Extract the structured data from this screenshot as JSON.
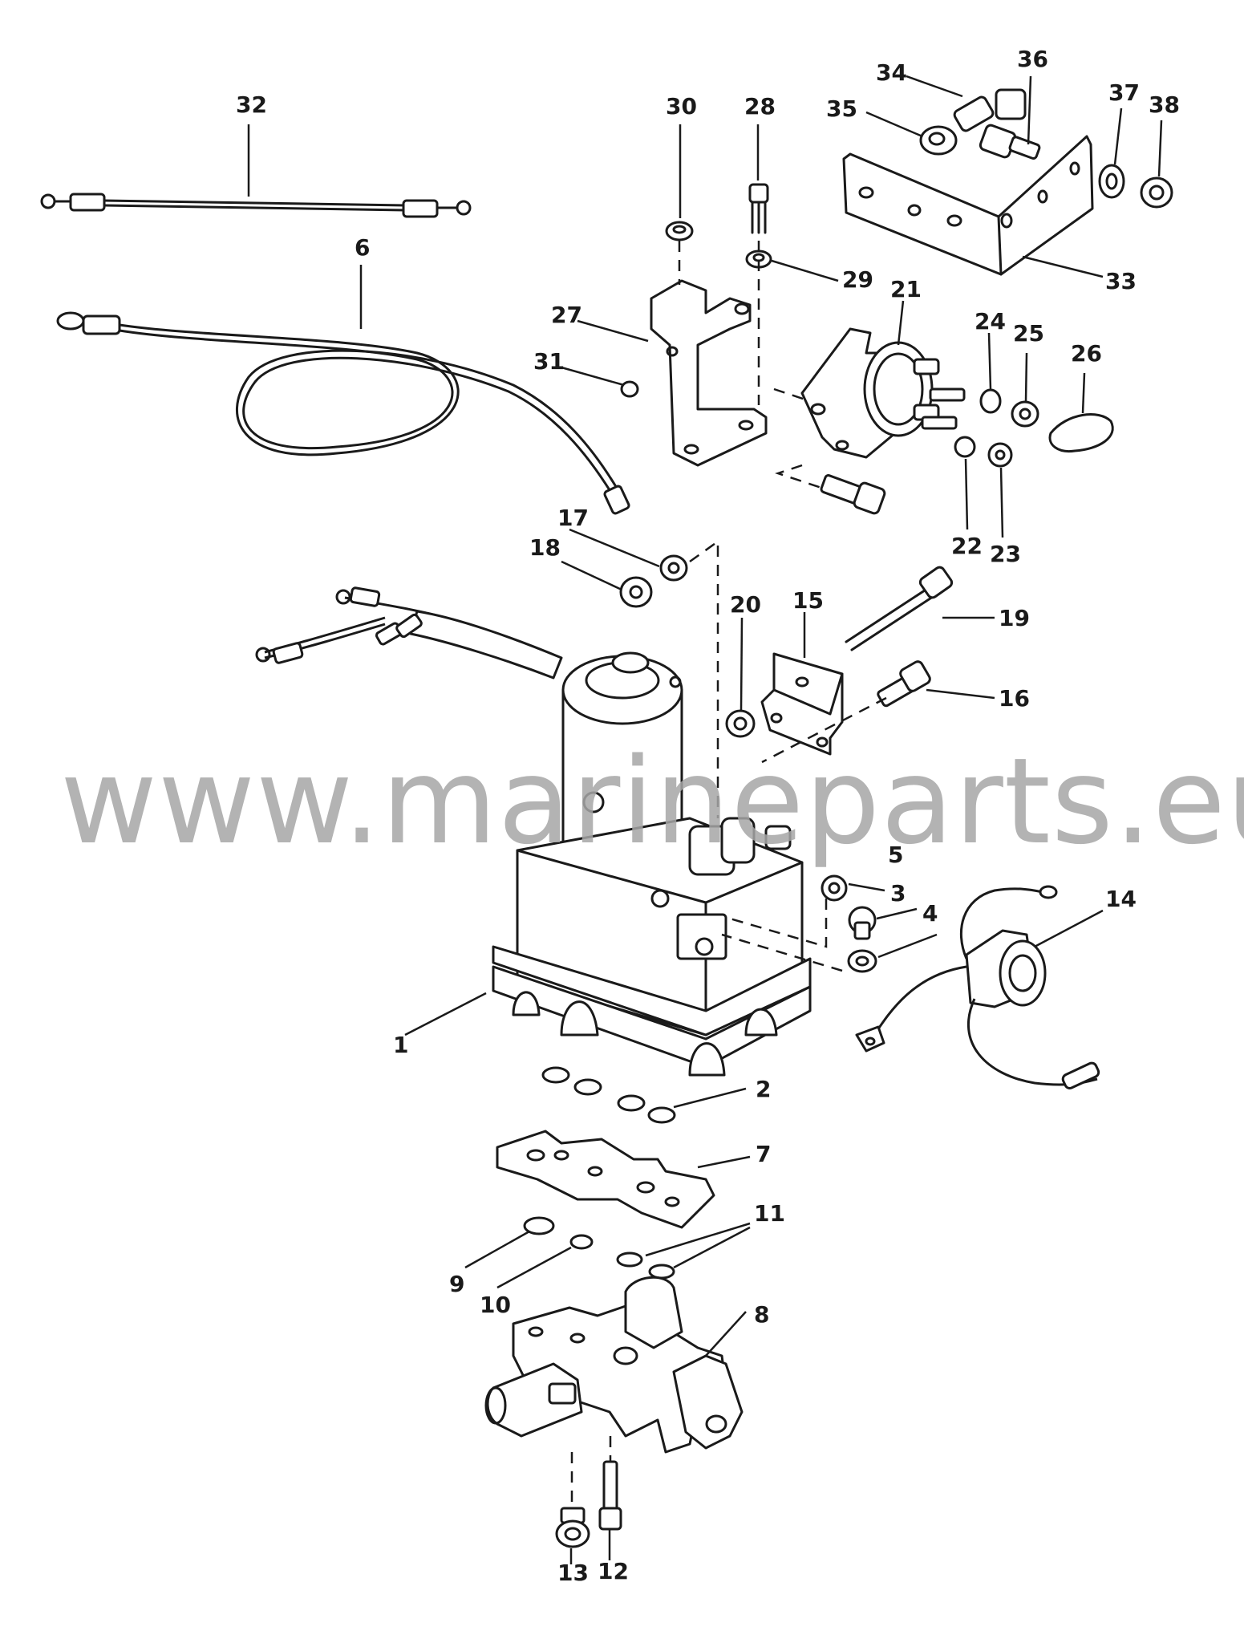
{
  "watermark": "www.marineparts.eu",
  "callouts": {
    "c1": "1",
    "c2": "2",
    "c3": "3",
    "c4": "4",
    "c5": "5",
    "c6": "6",
    "c7": "7",
    "c8": "8",
    "c9": "9",
    "c10": "10",
    "c11": "11",
    "c12": "12",
    "c13": "13",
    "c14": "14",
    "c15": "15",
    "c16": "16",
    "c17": "17",
    "c18": "18",
    "c19": "19",
    "c20": "20",
    "c21": "21",
    "c22": "22",
    "c23": "23",
    "c24": "24",
    "c25": "25",
    "c26": "26",
    "c27": "27",
    "c28": "28",
    "c29": "29",
    "c30": "30",
    "c31": "31",
    "c32": "32",
    "c33": "33",
    "c34": "34",
    "c35": "35",
    "c36": "36",
    "c37": "37",
    "c38": "38"
  }
}
